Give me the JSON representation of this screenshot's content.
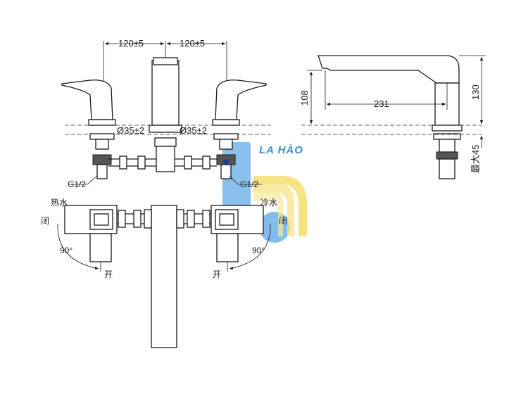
{
  "dimensions": {
    "spacing_left": "120±5",
    "spacing_right": "120±5",
    "hole_left": "Ø35±2",
    "hole_right": "Ø35±2",
    "height_108": "108",
    "reach_231": "231",
    "height_130": "130",
    "max_45": "最大45"
  },
  "labels": {
    "thread_left": "G1/2",
    "thread_right": "G1/2",
    "hot_water": "热水",
    "cold_water": "冷水",
    "closed_left": "闭",
    "closed_right": "闭",
    "open_left": "开",
    "open_right": "开",
    "angle_left": "90°",
    "angle_right": "90°"
  },
  "watermark": {
    "text": "LA HÀO",
    "colors": {
      "blue": "#3a8fd6",
      "yellow": "#f2d64b"
    }
  }
}
